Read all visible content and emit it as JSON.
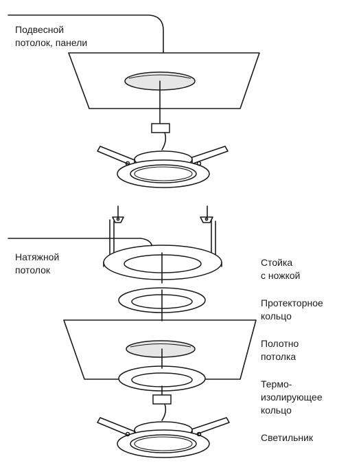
{
  "labels": {
    "suspended_ceiling": [
      "Подвесной",
      "потолок, панели"
    ],
    "stretch_ceiling": [
      "Натяжной",
      "потолок"
    ],
    "stand": [
      "Стойка",
      "с ножкой"
    ],
    "protector_ring": [
      "Протекторное",
      "кольцо"
    ],
    "canvas": [
      "Полотно",
      "потолка"
    ],
    "thermo_ring": [
      "Термо-",
      "изолирующее",
      "кольцо"
    ],
    "fixture": [
      "Светильник"
    ]
  }
}
